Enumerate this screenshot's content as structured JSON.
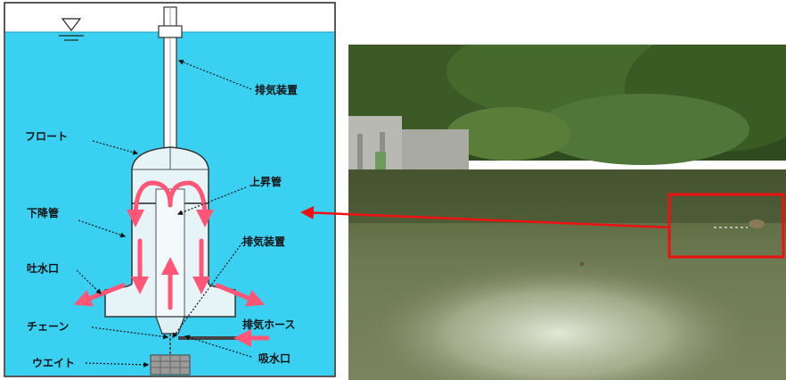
{
  "labels": {
    "exhaust_device_top": "排気装置",
    "float": "フロート",
    "riser_pipe": "上昇管",
    "downcomer_pipe": "下降管",
    "exhaust_device_mid": "排気装置",
    "discharge_port": "吐水口",
    "exhaust_hose": "排気ホース",
    "chain": "チェーン",
    "intake_port": "吸水口",
    "weight": "ウエイト"
  },
  "colors": {
    "water": "#39d0f1",
    "float_body": "#e6f4f8",
    "flow_arrow": "#ff5577",
    "callout_box": "#ee1111",
    "connector_arrow": "#ee1111"
  },
  "photo": {
    "subject": "dam reservoir with floating aeration device",
    "highlight": "red rectangle around floating device"
  }
}
